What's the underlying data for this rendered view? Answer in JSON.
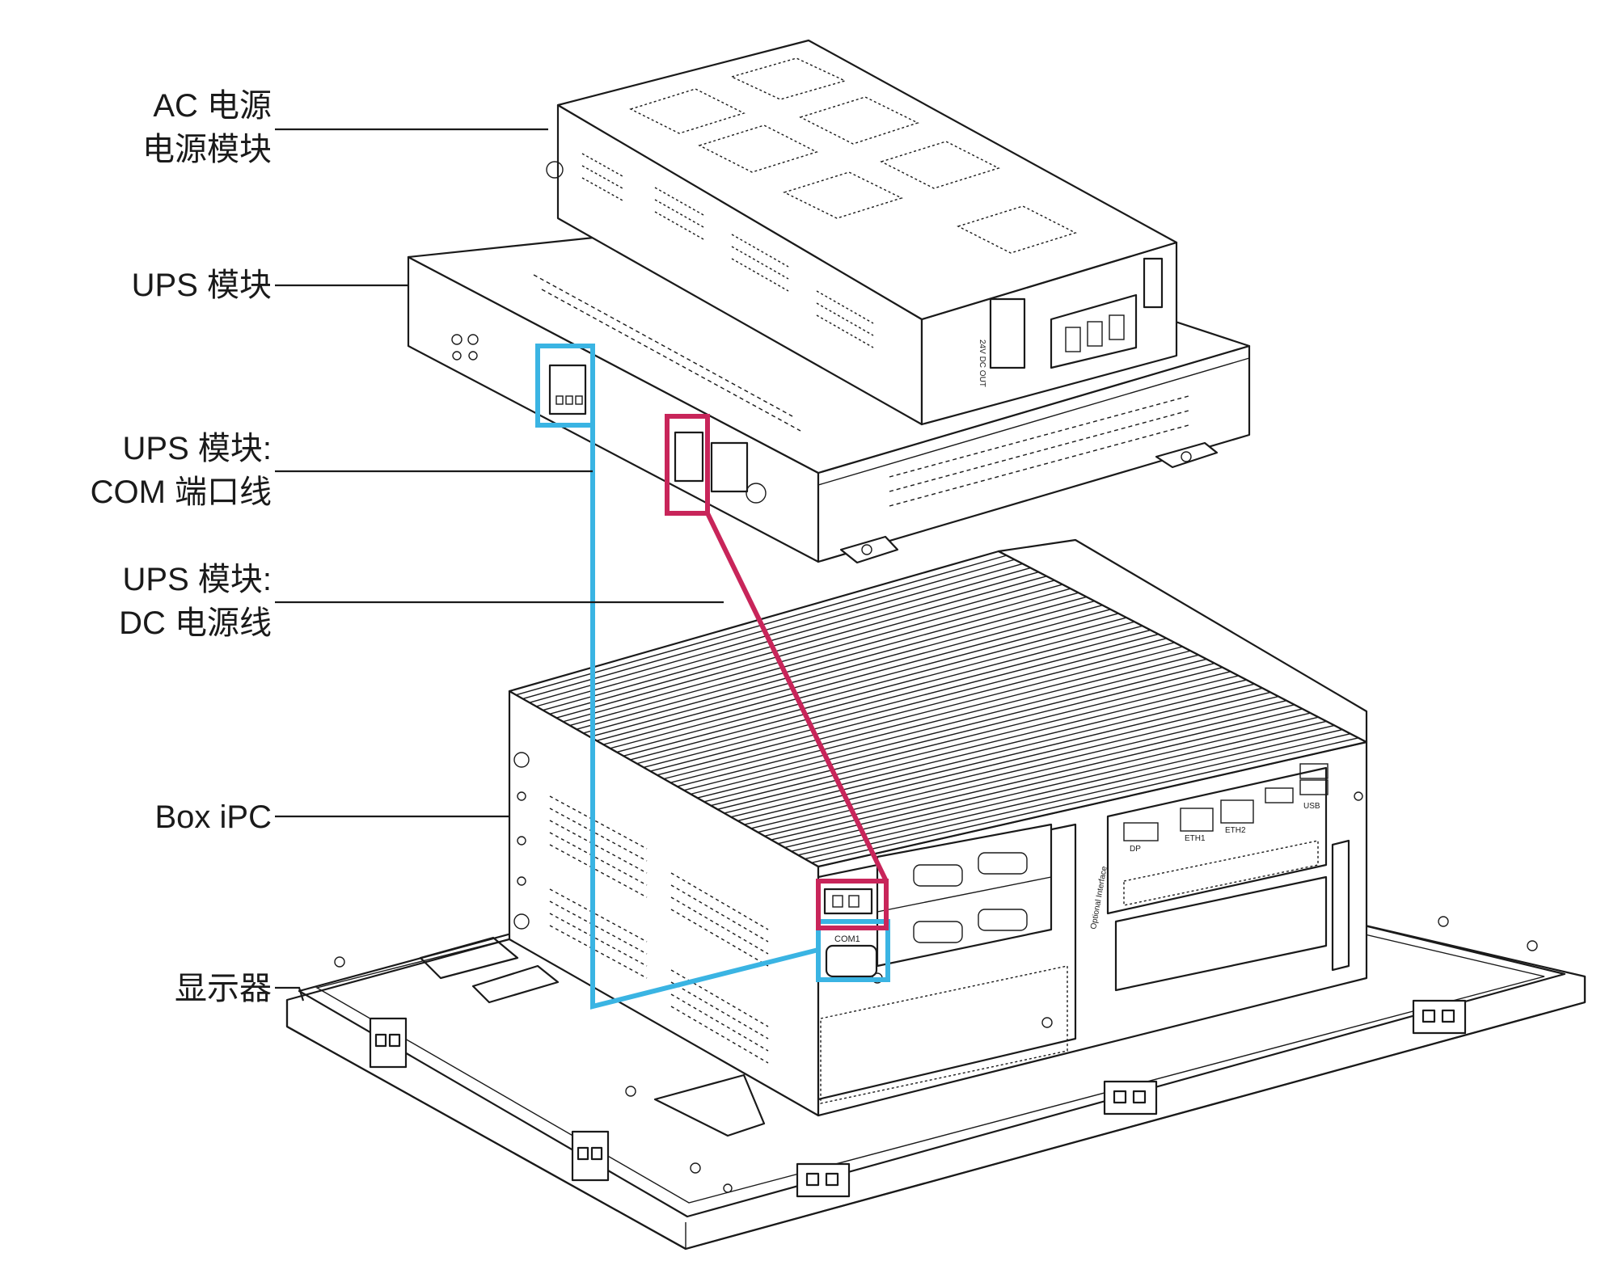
{
  "labels": {
    "ac_power": [
      "AC 电源",
      "电源模块"
    ],
    "ups_module": [
      "UPS 模块"
    ],
    "ups_com": [
      "UPS 模块:",
      "COM 端口线"
    ],
    "ups_dc": [
      "UPS 模块:",
      "DC 电源线"
    ],
    "box_ipc": [
      "Box iPC"
    ],
    "display": [
      "显示器"
    ]
  },
  "cables": {
    "com_color": "#3ab4e3",
    "dc_color": "#c8255a"
  },
  "port_labels": {
    "dc_out": "24V DC OUT",
    "com1": "COM1",
    "dp": "DP",
    "usb": "USB",
    "eth1": "ETH1",
    "eth2": "ETH2",
    "optional_interface": "Optional Interface"
  }
}
